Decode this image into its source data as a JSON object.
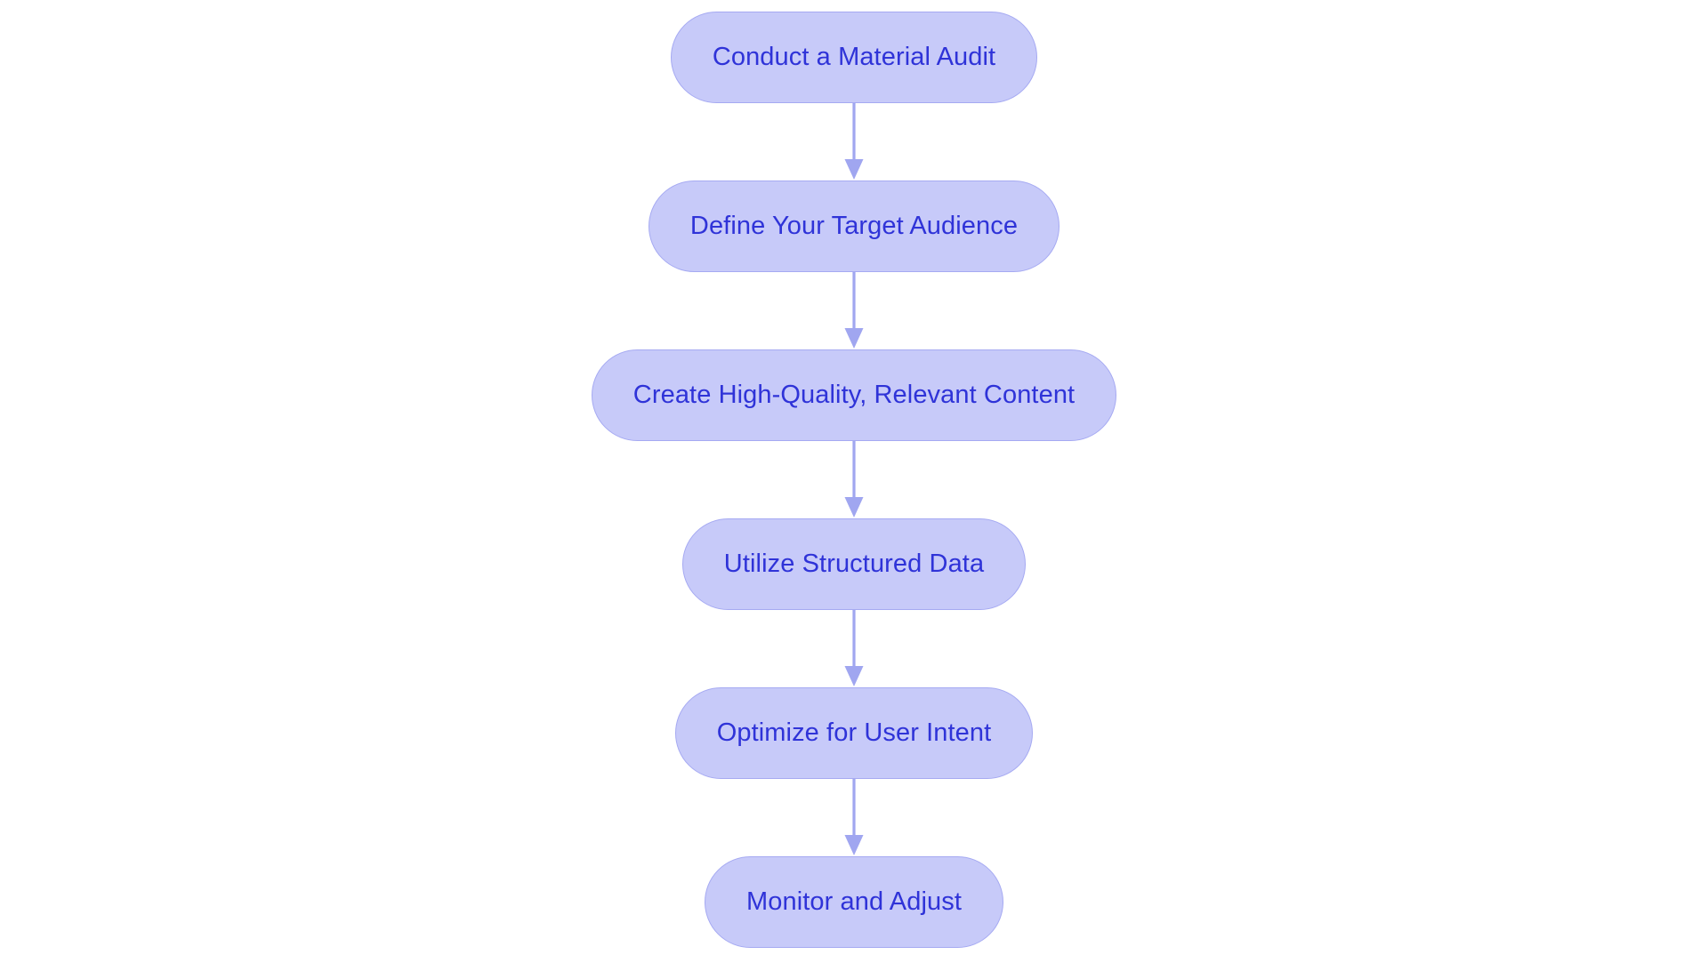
{
  "chart_data": {
    "type": "diagram",
    "diagram_type": "flowchart",
    "orientation": "vertical",
    "title": "",
    "node_count": 6,
    "nodes": [
      {
        "id": "n1",
        "label": "Conduct a Material Audit"
      },
      {
        "id": "n2",
        "label": "Define Your Target Audience"
      },
      {
        "id": "n3",
        "label": "Create High-Quality, Relevant Content"
      },
      {
        "id": "n4",
        "label": "Utilize Structured Data"
      },
      {
        "id": "n5",
        "label": "Optimize for User Intent"
      },
      {
        "id": "n6",
        "label": "Monitor and Adjust"
      }
    ],
    "edges": [
      {
        "from": "n1",
        "to": "n2",
        "label": "",
        "arrow": "down"
      },
      {
        "from": "n2",
        "to": "n3",
        "label": "",
        "arrow": "down"
      },
      {
        "from": "n3",
        "to": "n4",
        "label": "",
        "arrow": "down"
      },
      {
        "from": "n4",
        "to": "n5",
        "label": "",
        "arrow": "down"
      },
      {
        "from": "n5",
        "to": "n6",
        "label": "",
        "arrow": "down"
      }
    ],
    "colors": {
      "background": "#ffffff",
      "node_fill": "#c7caf9",
      "node_border": "#a6aaf2",
      "node_text": "#2f33d8",
      "connector": "#a0a6f0"
    }
  },
  "diagram": {
    "background_color": "#ffffff",
    "nodes": [
      {
        "label": "Conduct a Material Audit"
      },
      {
        "label": "Define Your Target Audience"
      },
      {
        "label": "Create High-Quality, Relevant Content"
      },
      {
        "label": "Utilize Structured Data"
      },
      {
        "label": "Optimize for User Intent"
      },
      {
        "label": "Monitor and Adjust"
      }
    ]
  }
}
